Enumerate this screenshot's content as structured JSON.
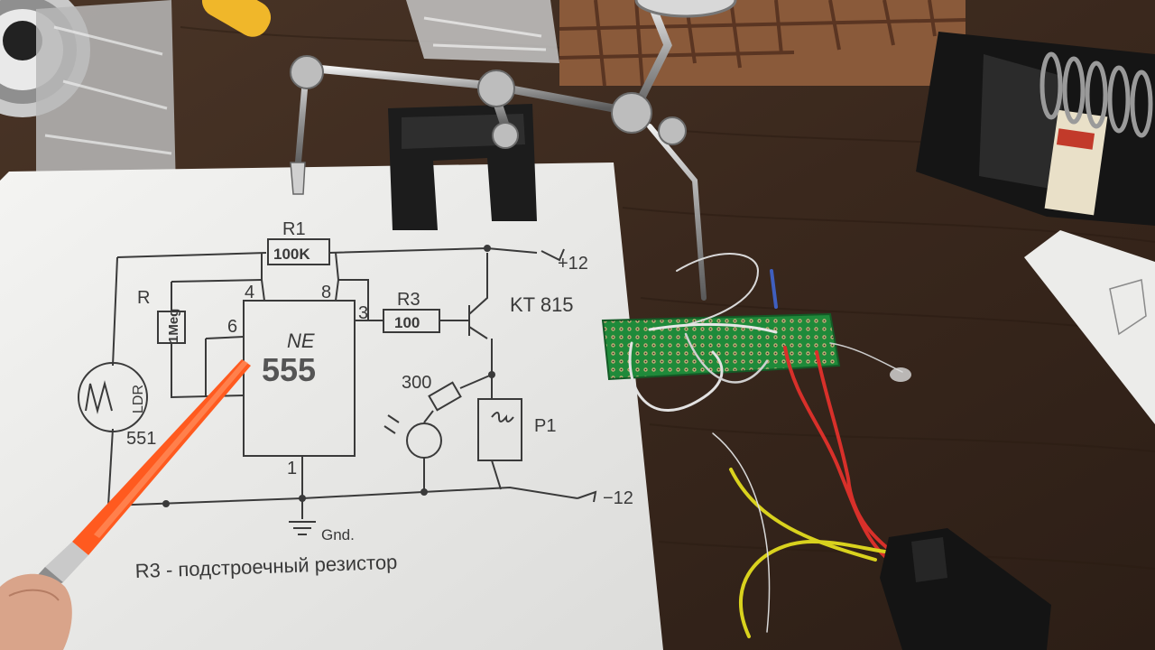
{
  "schematic": {
    "r1_label": "R1",
    "r1_value": "100K",
    "plus_supply": "+12",
    "minus_supply": "−12",
    "r_label": "R",
    "r_value": "1Meg",
    "pin_4": "4",
    "pin_8": "8",
    "pin_6": "6",
    "pin_3": "3",
    "pin_1": "1",
    "r3_label": "R3",
    "r3_value": "100",
    "transistor": "KT 815",
    "chip_line1": "NE",
    "chip_line2": "555",
    "ldr_label": "LDR",
    "ldr_part": "551",
    "led_resistor": "300",
    "relay_label": "P1",
    "ground_label": "Gnd.",
    "note": "R3 - подстроечный резистор"
  },
  "colors": {
    "table_wood": "#3b2a20",
    "paper": "#eeeeec",
    "ink": "#3a3a3a",
    "pcb_green": "#1f8a3a",
    "pen_orange": "#ff5a1f",
    "wire_red": "#d8302a",
    "wire_yellow": "#d9d21e"
  }
}
